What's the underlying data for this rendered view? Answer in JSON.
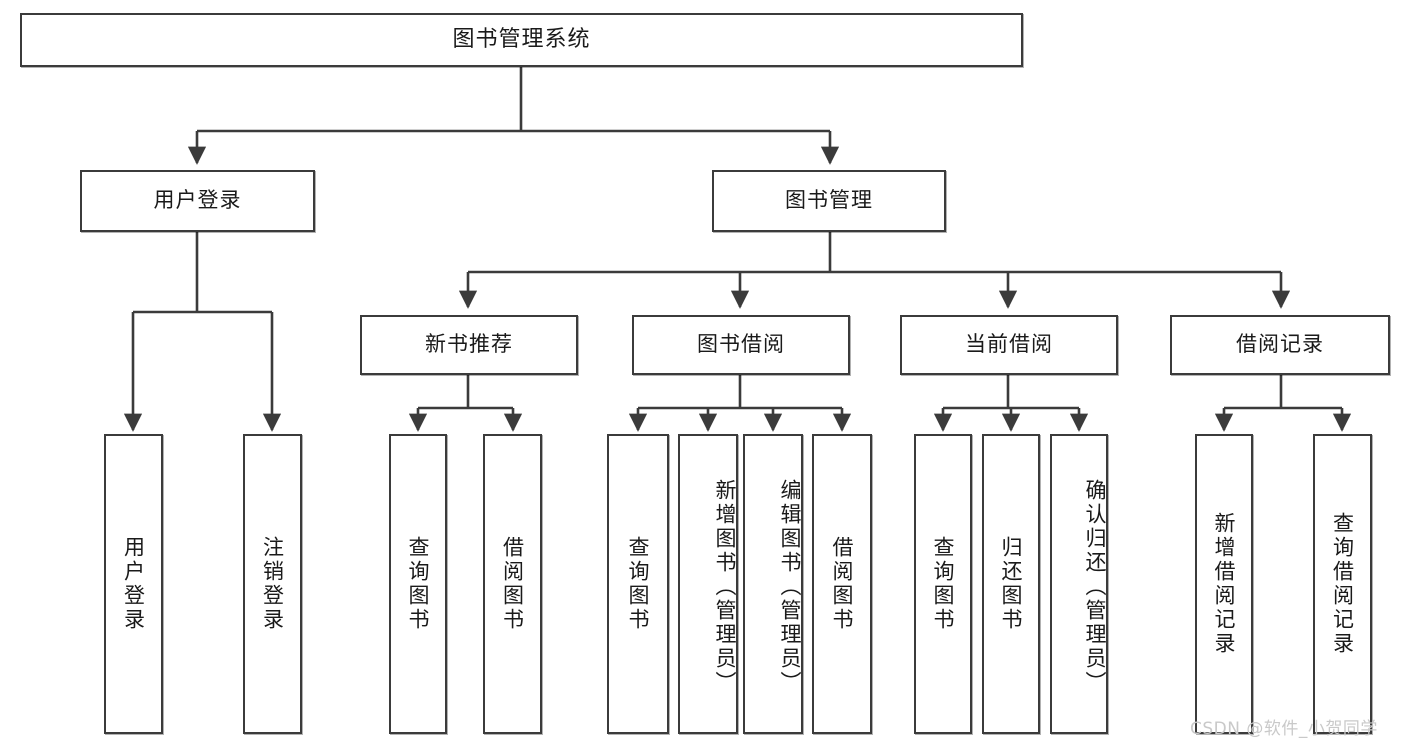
{
  "diagram": {
    "type": "tree-hierarchy",
    "title": "图书管理系统",
    "watermark": "CSDN @软件_小贺同学",
    "colors": {
      "stroke": "#3b3b3b",
      "fill": "#ffffff",
      "text": "#1a1a1a",
      "watermark": "#c9c9c9"
    },
    "levels": [
      {
        "level": 1,
        "nodes": [
          {
            "id": "root",
            "label": "图书管理系统",
            "orientation": "horizontal"
          }
        ]
      },
      {
        "level": 2,
        "nodes": [
          {
            "id": "login",
            "label": "用户登录",
            "orientation": "horizontal",
            "parent": "root"
          },
          {
            "id": "bookmgmt",
            "label": "图书管理",
            "orientation": "horizontal",
            "parent": "root"
          }
        ]
      },
      {
        "level": 3,
        "nodes": [
          {
            "id": "newbook",
            "label": "新书推荐",
            "orientation": "horizontal",
            "parent": "bookmgmt"
          },
          {
            "id": "borrow",
            "label": "图书借阅",
            "orientation": "horizontal",
            "parent": "bookmgmt"
          },
          {
            "id": "current",
            "label": "当前借阅",
            "orientation": "horizontal",
            "parent": "bookmgmt"
          },
          {
            "id": "records",
            "label": "借阅记录",
            "orientation": "horizontal",
            "parent": "bookmgmt"
          }
        ]
      },
      {
        "level": 4,
        "nodes": [
          {
            "id": "leaf-user-login",
            "label": "用户登录",
            "orientation": "vertical",
            "parent": "login"
          },
          {
            "id": "leaf-logout",
            "label": "注销登录",
            "orientation": "vertical",
            "parent": "login"
          },
          {
            "id": "leaf-query-book-1",
            "label": "查询图书",
            "orientation": "vertical",
            "parent": "newbook"
          },
          {
            "id": "leaf-borrow-book-1",
            "label": "借阅图书",
            "orientation": "vertical",
            "parent": "newbook"
          },
          {
            "id": "leaf-query-book-2",
            "label": "查询图书",
            "orientation": "vertical",
            "parent": "borrow"
          },
          {
            "id": "leaf-add-book",
            "label": "新增图书（管理员）",
            "orientation": "vertical",
            "parent": "borrow"
          },
          {
            "id": "leaf-edit-book",
            "label": "编辑图书（管理员）",
            "orientation": "vertical",
            "parent": "borrow"
          },
          {
            "id": "leaf-borrow-book-2",
            "label": "借阅图书",
            "orientation": "vertical",
            "parent": "borrow"
          },
          {
            "id": "leaf-query-book-3",
            "label": "查询图书",
            "orientation": "vertical",
            "parent": "current"
          },
          {
            "id": "leaf-return-book",
            "label": "归还图书",
            "orientation": "vertical",
            "parent": "current"
          },
          {
            "id": "leaf-confirm-return",
            "label": "确认归还（管理员）",
            "orientation": "vertical",
            "parent": "current"
          },
          {
            "id": "leaf-add-record",
            "label": "新增借阅记录",
            "orientation": "vertical",
            "parent": "records"
          },
          {
            "id": "leaf-query-record",
            "label": "查询借阅记录",
            "orientation": "vertical",
            "parent": "records"
          }
        ]
      }
    ]
  }
}
